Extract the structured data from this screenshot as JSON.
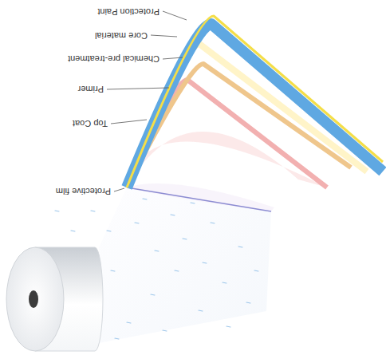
{
  "diagram": {
    "labels": [
      "Protective film",
      "Top Coat",
      "Primer",
      "Chemical pre-treatment",
      "Core material",
      "Protection Paint"
    ]
  }
}
